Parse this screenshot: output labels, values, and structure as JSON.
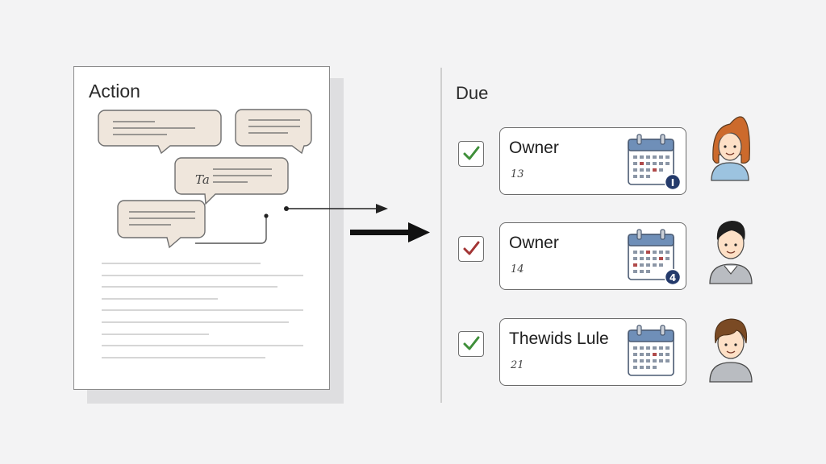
{
  "document": {
    "title": "Action",
    "bubble_text": "Ta"
  },
  "due_panel": {
    "title": "Due",
    "tasks": [
      {
        "label": "Owner",
        "number": "13",
        "check_color": "#3f8f3a",
        "badge": "I"
      },
      {
        "label": "Owner",
        "number": "14",
        "check_color": "#a33535",
        "badge": "4"
      },
      {
        "label": "Thewids Lule",
        "number": "21",
        "check_color": "#3f8f3a",
        "badge": ""
      }
    ]
  },
  "colors": {
    "bubble_fill": "#efe6dc",
    "calendar_blue": "#6f8fb8",
    "badge_navy": "#243a6b"
  }
}
